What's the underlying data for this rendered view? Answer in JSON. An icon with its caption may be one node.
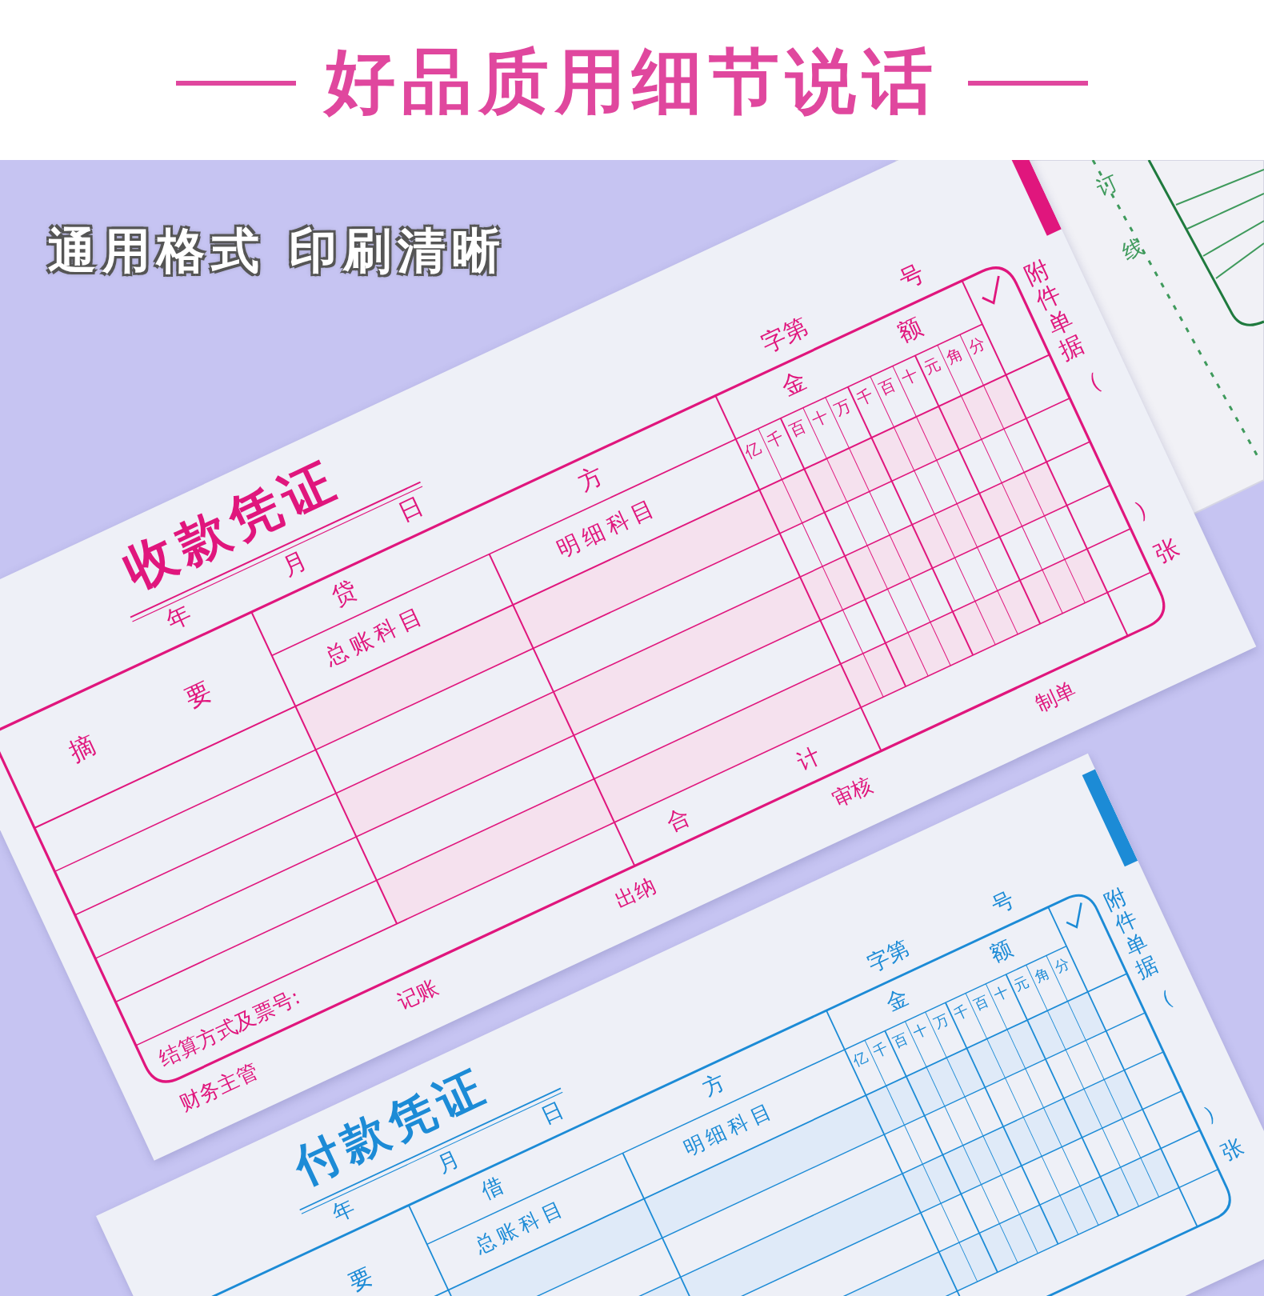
{
  "diagram": {
    "title": "好品质用细节说话",
    "labels": [
      "通用格式 印刷清晰",
      "收款凭证",
      "年",
      "月",
      "日",
      "字第",
      "号",
      "摘",
      "要",
      "贷",
      "方",
      "总账科目",
      "明细科目",
      "金",
      "额",
      "亿",
      "千",
      "百",
      "十",
      "万",
      "千",
      "百",
      "十",
      "元",
      "角",
      "分",
      "附件单据",
      "（",
      "）",
      "张",
      "结算方式及票号:",
      "合",
      "计",
      "财务主管",
      "记账",
      "出纳",
      "审核",
      "制单",
      "订",
      "线",
      "付款凭证",
      "年",
      "月",
      "日",
      "字第",
      "号",
      "要",
      "借",
      "方",
      "总账科目",
      "明细科目",
      "金",
      "额",
      "亿",
      "千",
      "百",
      "十",
      "万",
      "千",
      "百",
      "十",
      "元",
      "角",
      "分",
      "附件单据",
      "（",
      "）",
      "张"
    ]
  }
}
